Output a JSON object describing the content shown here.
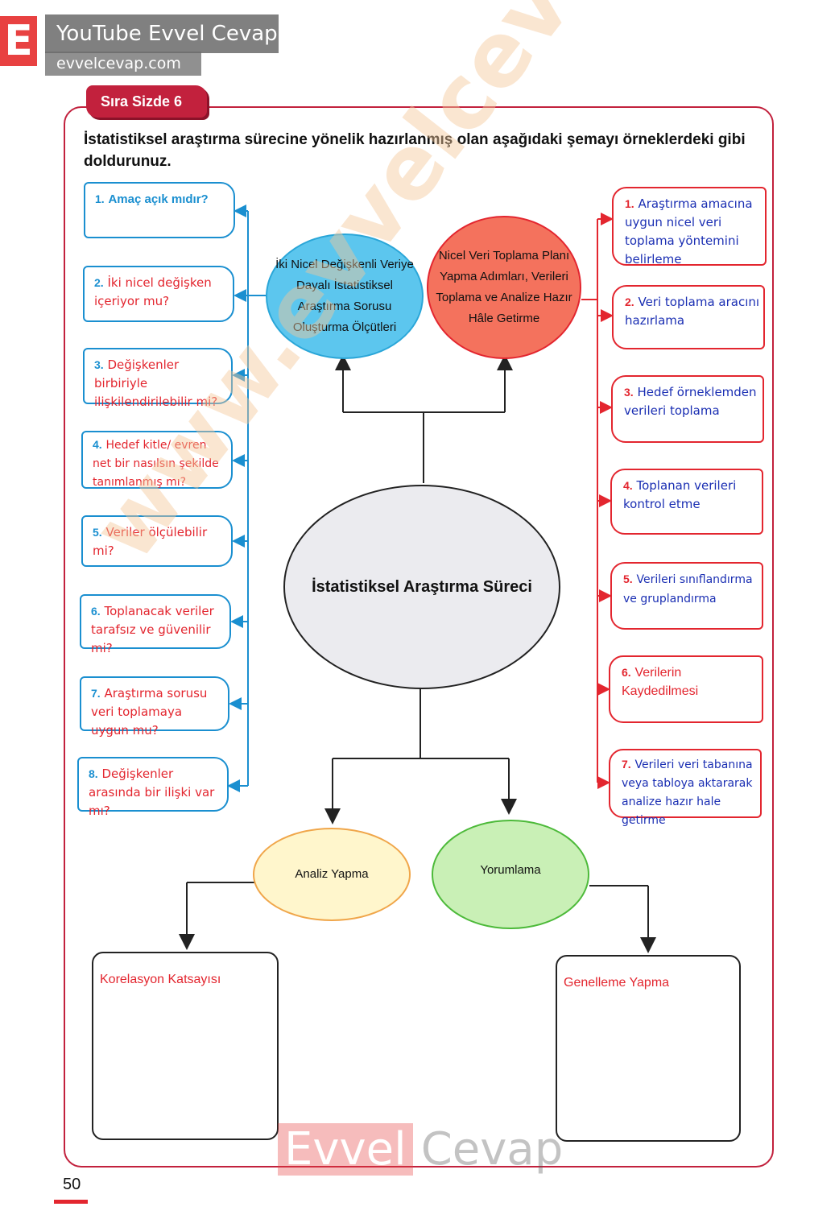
{
  "watermark": {
    "logo_letter": "E",
    "logo_title": "YouTube Evvel Cevap",
    "logo_site": "evvelcevap.com",
    "diagonal": "www.evvelcevap.com",
    "bottom_part1": "Evvel",
    "bottom_part2": "Cevap"
  },
  "badge": "Sıra Sizde 6",
  "instruction": "İstatistiksel araştırma sürecine yönelik hazırlanmış olan aşağıdaki şemayı örneklerdeki gibi doldurunuz.",
  "center_circle": "İstatistiksel Araştırma Süreci",
  "blue_circle": "İki Nicel Değişkenli Veriye Dayalı İstatistiksel Araştırma Sorusu Oluşturma Ölçütleri",
  "red_circle": "Nicel Veri Toplama Planı Yapma Adımları, Verileri Toplama ve Analize Hazır Hâle Getirme",
  "yellow_circle": "Analiz Yapma",
  "green_circle": "Yorumlama",
  "left_items": [
    {
      "num": "1.",
      "text": "Amaç açık mıdır?"
    },
    {
      "num": "2.",
      "text": "İki nicel değişken içeriyor mu?"
    },
    {
      "num": "3.",
      "text": "Değişkenler birbiriyle ilişkilendirilebilir mi?"
    },
    {
      "num": "4.",
      "text": "Hedef kitle/ evren net bir nasılsın şekilde tanımlanmış mı?"
    },
    {
      "num": "5.",
      "text": "Veriler ölçülebilir mi?"
    },
    {
      "num": "6.",
      "text": "Toplanacak veriler tarafsız ve güvenilir mi?"
    },
    {
      "num": "7.",
      "text": "Araştırma sorusu veri toplamaya uygun mu?"
    },
    {
      "num": "8.",
      "text": "Değişkenler arasında bir ilişki var mı?"
    }
  ],
  "right_items": [
    {
      "num": "1.",
      "text": "Araştırma amacına uygun nicel veri toplama yöntemini belirleme"
    },
    {
      "num": "2.",
      "text": "Veri toplama aracını hazırlama"
    },
    {
      "num": "3.",
      "text": "Hedef örneklemden verileri toplama"
    },
    {
      "num": "4.",
      "text": "Toplanan verileri kontrol etme"
    },
    {
      "num": "5.",
      "text": "Verileri sınıflandırma ve gruplandırma"
    },
    {
      "num": "6.",
      "text": "Verilerin Kaydedilmesi"
    },
    {
      "num": "7.",
      "text": "Verileri veri tabanına veya tabloya aktararak analize hazır hale getirme"
    }
  ],
  "bottom_left_box": "Korelasyon Katsayısı",
  "bottom_right_box": "Genelleme Yapma",
  "page_number": "50"
}
